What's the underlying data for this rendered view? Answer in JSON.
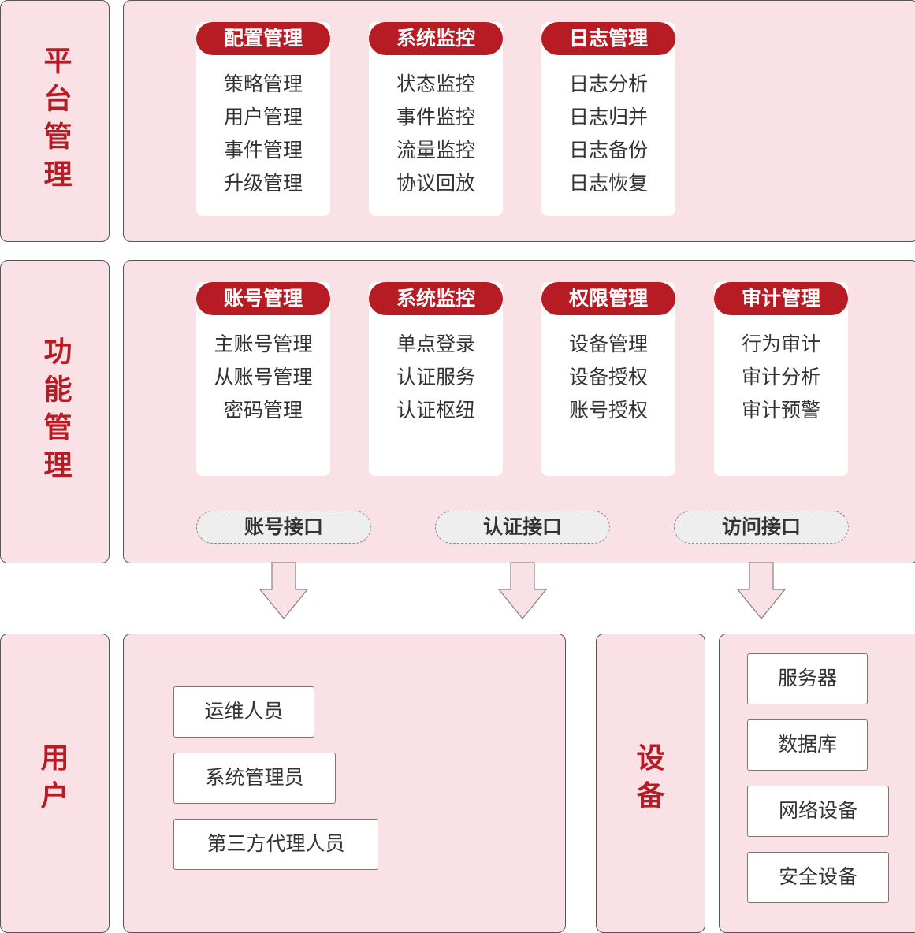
{
  "platform": {
    "label": "平台管理",
    "cards": [
      {
        "title": "配置管理",
        "items": [
          "策略管理",
          "用户管理",
          "事件管理",
          "升级管理"
        ]
      },
      {
        "title": "系统监控",
        "items": [
          "状态监控",
          "事件监控",
          "流量监控",
          "协议回放"
        ]
      },
      {
        "title": "日志管理",
        "items": [
          "日志分析",
          "日志归并",
          "日志备份",
          "日志恢复"
        ]
      }
    ]
  },
  "function": {
    "label": "功能管理",
    "cards": [
      {
        "title": "账号管理",
        "items": [
          "主账号管理",
          "从账号管理",
          "密码管理"
        ]
      },
      {
        "title": "系统监控",
        "items": [
          "单点登录",
          "认证服务",
          "认证枢纽"
        ]
      },
      {
        "title": "权限管理",
        "items": [
          "设备管理",
          "设备授权",
          "账号授权"
        ]
      },
      {
        "title": "审计管理",
        "items": [
          "行为审计",
          "审计分析",
          "审计预警"
        ]
      }
    ],
    "interfaces": [
      "账号接口",
      "认证接口",
      "访问接口"
    ]
  },
  "users": {
    "label": "用户",
    "items": [
      "运维人员",
      "系统管理员",
      "第三方代理人员"
    ]
  },
  "devices": {
    "label": "设备",
    "items": [
      "服务器",
      "数据库",
      "网络设备",
      "安全设备"
    ]
  },
  "colors": {
    "accent": "#b71c25",
    "panel": "#f9e1e5"
  }
}
